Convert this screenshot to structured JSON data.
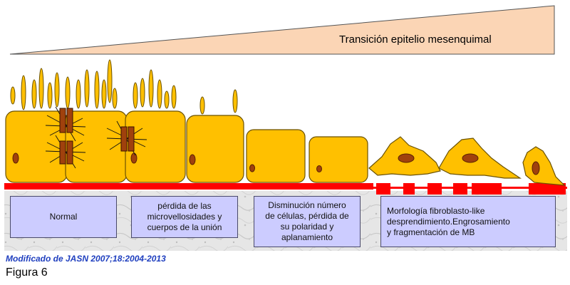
{
  "title": "Transición epitelio mesenquimal",
  "colors": {
    "cell_fill": "#ffc000",
    "cell_stroke": "#6b5200",
    "nucleus": "#a0410d",
    "membrane_red": "#ff0000",
    "wedge_fill": "#fbd5b5",
    "label_fill": "#ccccff",
    "credit_text": "#1f3fbf"
  },
  "stages": [
    {
      "label": "Normal"
    },
    {
      "label": "pérdida de las\nmicrovellosidades y\ncuerpos de la unión"
    },
    {
      "label": "Disminución número\nde células, pérdida de\nsu polaridad y\naplanamiento"
    },
    {
      "label": "Morfología  fibroblasto-like\ndesprendimiento.Engrosamiento\ny fragmentación de MB"
    }
  ],
  "credit": "Modificado de JASN 2007;18:2004-2013",
  "figure_label": "Figura 6"
}
